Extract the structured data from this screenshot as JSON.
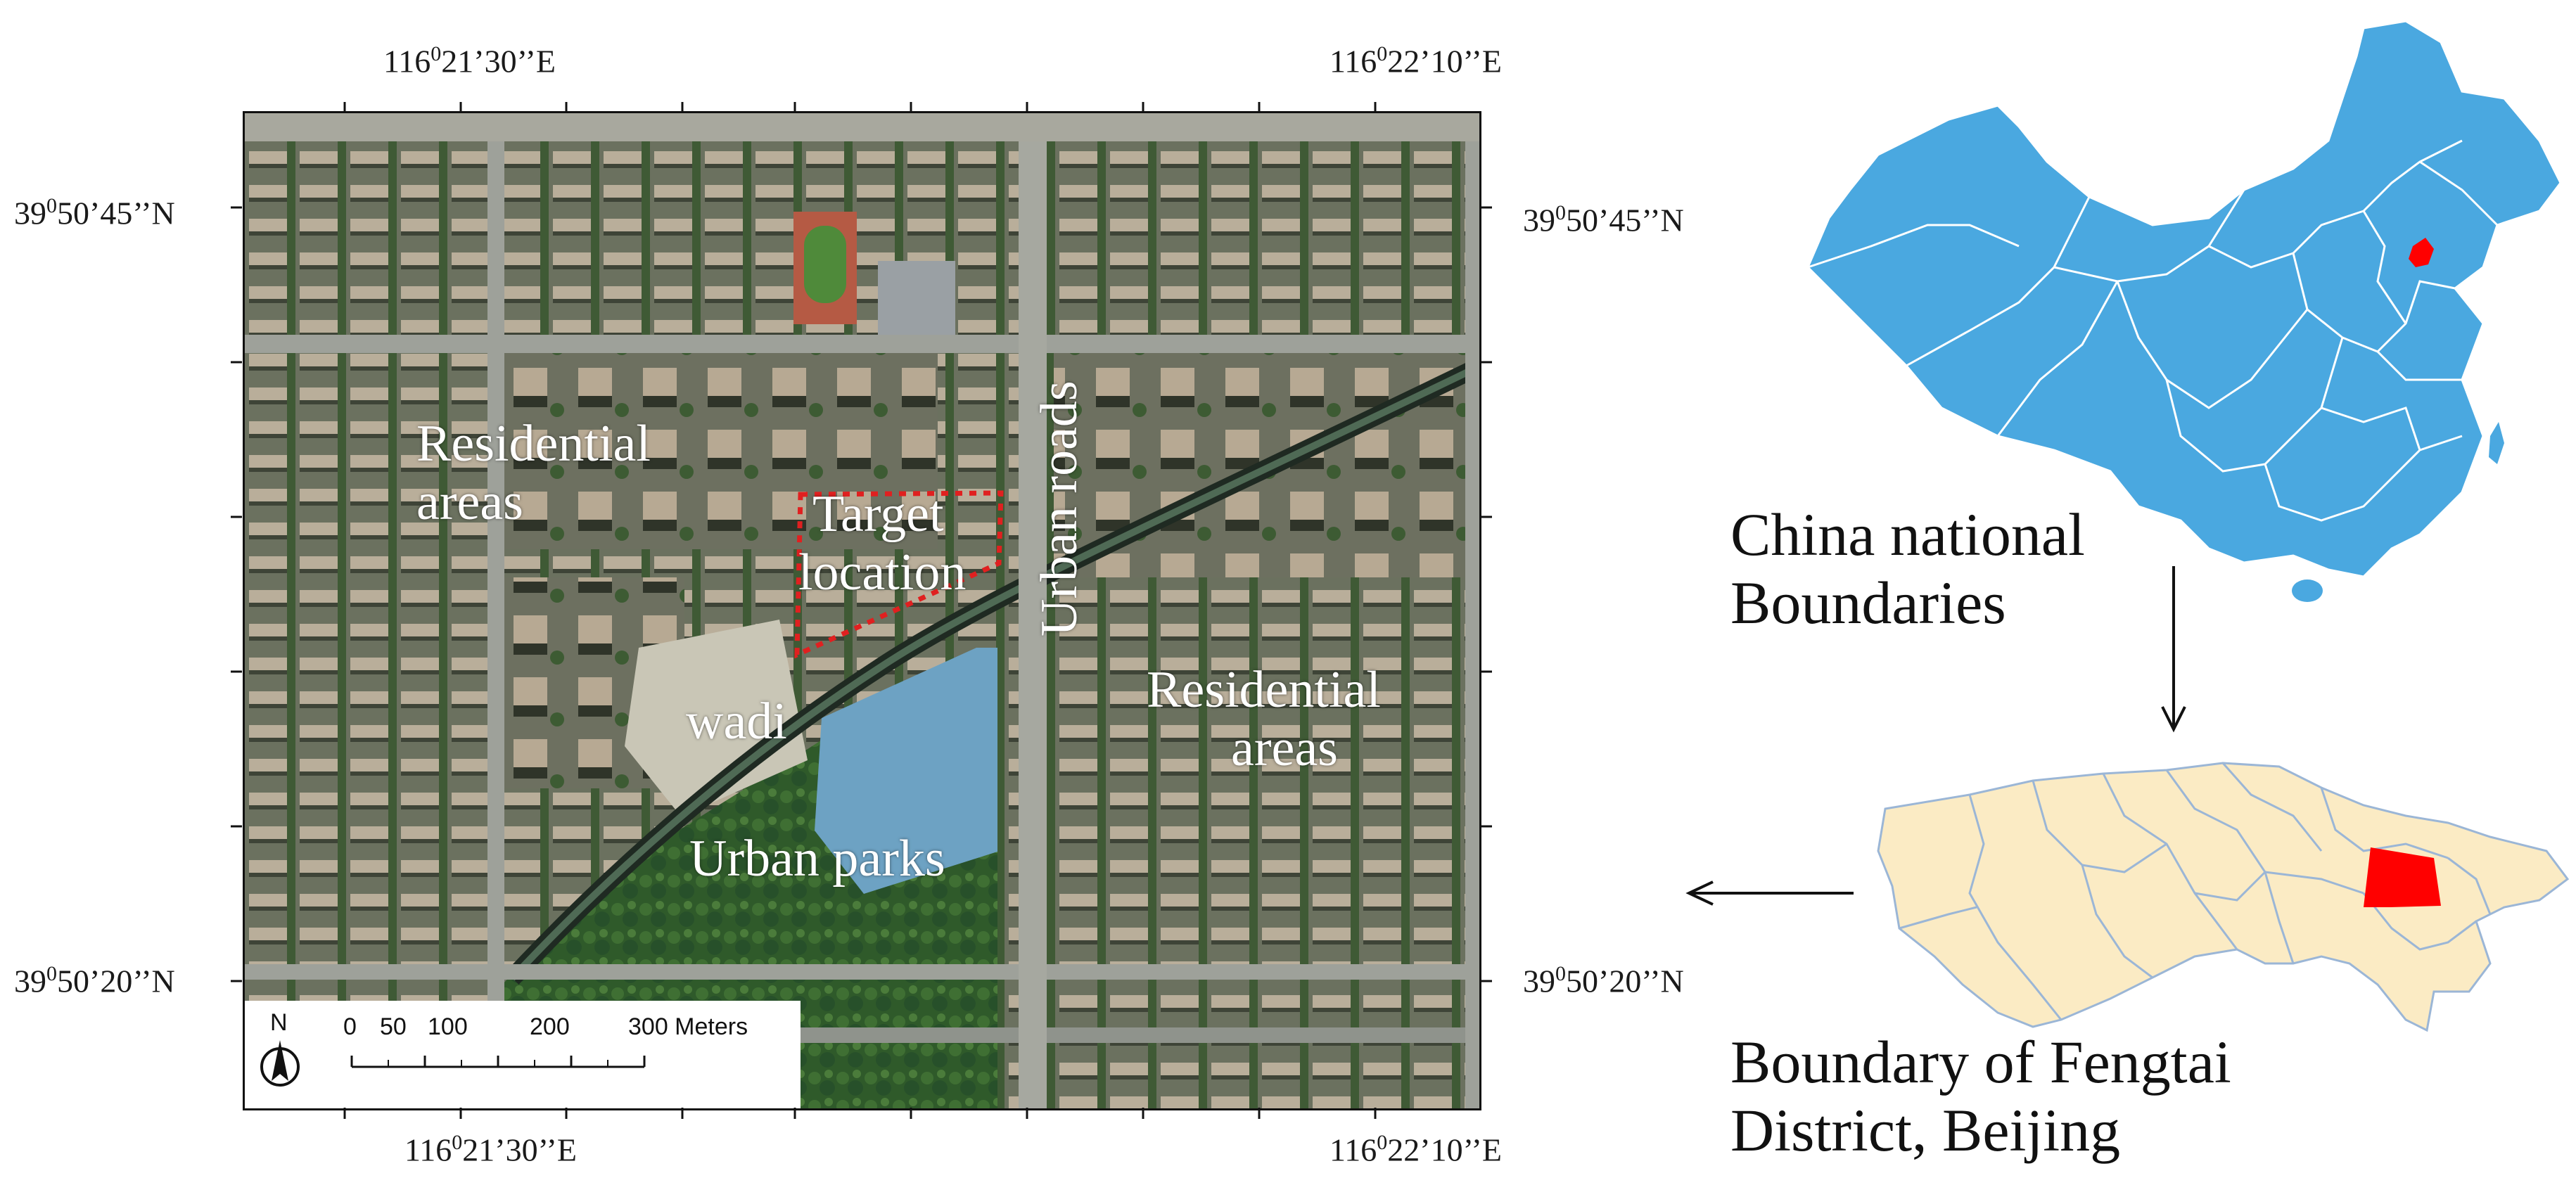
{
  "coords": {
    "lon_top_left": {
      "deg": "116",
      "sup": "0",
      "rest": "21’30’’E"
    },
    "lon_top_right": {
      "deg": "116",
      "sup": "0",
      "rest": "22’10’’E"
    },
    "lon_bottom_left": {
      "deg": "116",
      "sup": "0",
      "rest": "21’30’’E"
    },
    "lon_bottom_right": {
      "deg": "116",
      "sup": "0",
      "rest": "22’10’’E"
    },
    "lat_left_top": {
      "deg": "39",
      "sup": "0",
      "rest": "50’45’’N"
    },
    "lat_left_bottom": {
      "deg": "39",
      "sup": "0",
      "rest": "50’20’’N"
    },
    "lat_right_top": {
      "deg": "39",
      "sup": "0",
      "rest": "50’45’’N"
    },
    "lat_right_bottom": {
      "deg": "39",
      "sup": "0",
      "rest": "50’20’’N"
    }
  },
  "map_labels": {
    "residential_nw_1": "Residential",
    "residential_nw_2": "areas",
    "target_1": "Target",
    "target_2": "location",
    "urban_roads": "Urban roads",
    "residential_se_1": "Residential",
    "residential_se_2": "areas",
    "wadi": "wadi",
    "urban_parks": "Urban parks"
  },
  "scale_bar": {
    "north": "N",
    "ticks": [
      "0",
      "50",
      "100",
      "200",
      "300 Meters"
    ]
  },
  "captions": {
    "china_1": "China national",
    "china_2": "Boundaries",
    "fengtai_1": "Boundary of Fengtai",
    "fengtai_2": "District, Beijing"
  },
  "colors": {
    "china_fill": "#4aa8e0",
    "highlight": "#ff0000",
    "district_fill": "#fbebc4",
    "district_border": "#9bb6d6",
    "target_outline": "#e02020"
  }
}
